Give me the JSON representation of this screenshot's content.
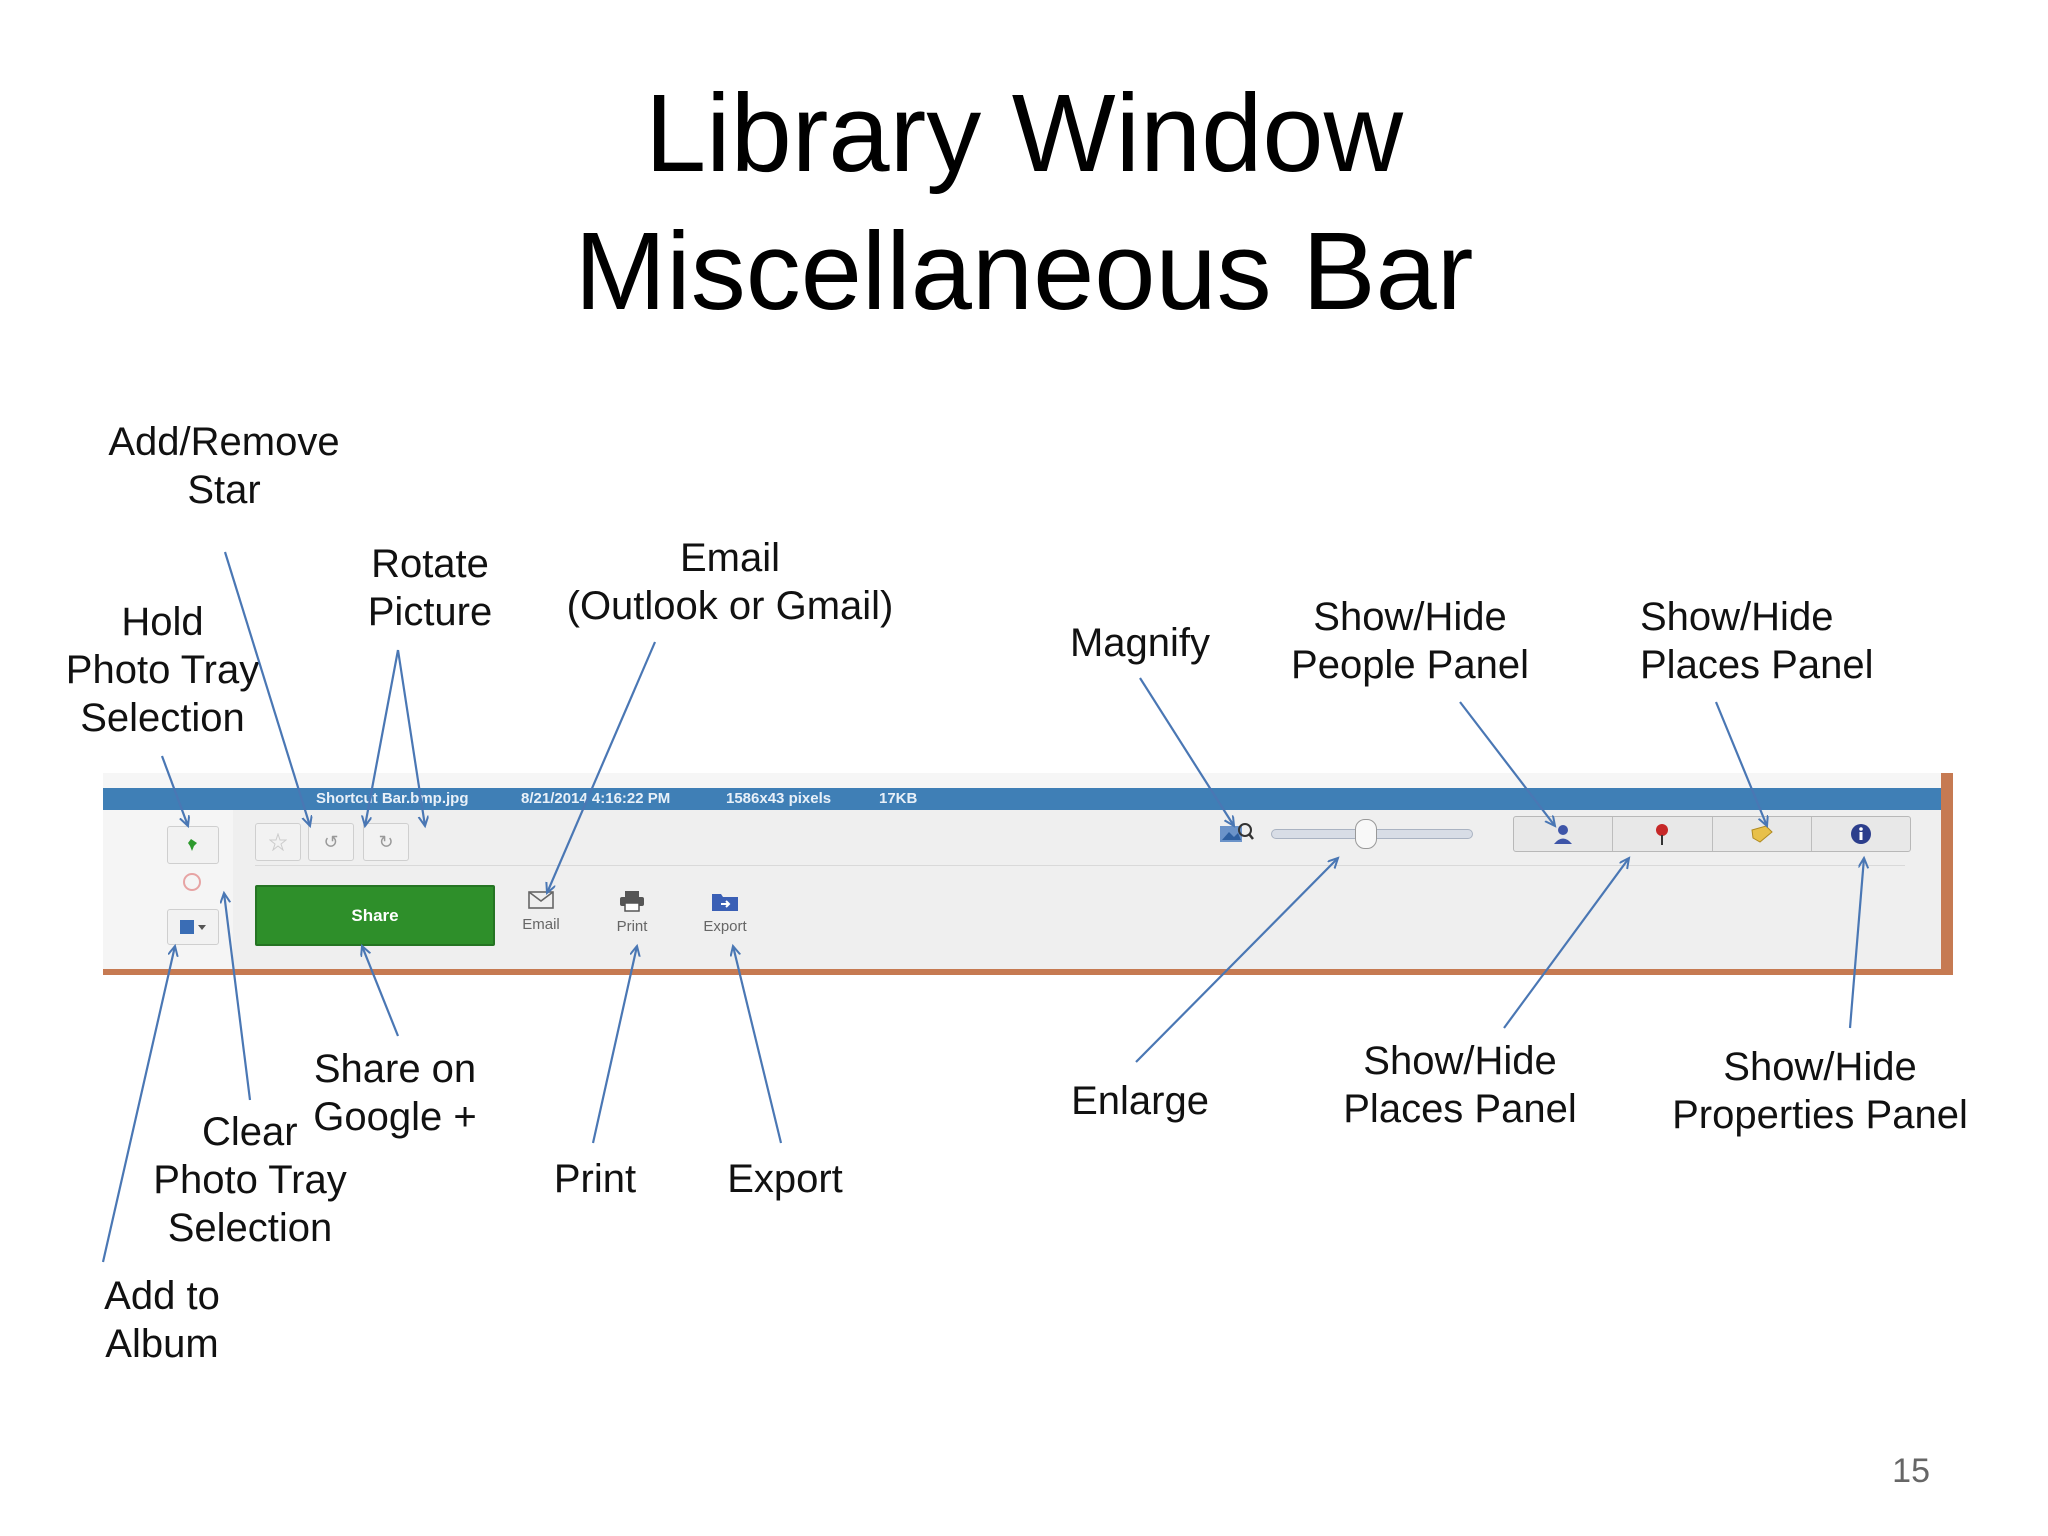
{
  "slide": {
    "title_line1": "Library Window",
    "title_line2": "Miscellaneous Bar",
    "page_number": "15"
  },
  "labels": {
    "add_remove_star": [
      "Add/Remove",
      "Star"
    ],
    "rotate_picture": [
      "Rotate",
      "Picture"
    ],
    "email": [
      "Email",
      "(Outlook or Gmail)"
    ],
    "hold_photo_tray": [
      "Hold",
      "Photo Tray",
      "Selection"
    ],
    "magnify": [
      "Magnify"
    ],
    "people_panel": [
      "Show/Hide",
      "People Panel"
    ],
    "places_panel_top": [
      "Show/Hide",
      "Places Panel"
    ],
    "share_google": [
      "Share on",
      "Google +"
    ],
    "clear_photo_tray": [
      "Clear",
      "Photo Tray",
      "Selection"
    ],
    "add_to_album": [
      "Add to",
      "Album"
    ],
    "print": [
      "Print"
    ],
    "export": [
      "Export"
    ],
    "enlarge": [
      "Enlarge"
    ],
    "places_panel_bottom": [
      "Show/Hide",
      "Places Panel"
    ],
    "properties_panel": [
      "Show/Hide",
      "Properties Panel"
    ]
  },
  "bar": {
    "filename": "Shortcut Bar.bmp.jpg",
    "date": "8/21/2014 4:16:22 PM",
    "dimensions": "1586x43 pixels",
    "size": "17KB",
    "share_label": "Share",
    "email_label": "Email",
    "print_label": "Print",
    "export_label": "Export"
  },
  "colors": {
    "info_strip": "#3f7fb6",
    "share_button": "#2e8f2a",
    "frame": "#c67a52",
    "arrow": "#4a77b4"
  }
}
